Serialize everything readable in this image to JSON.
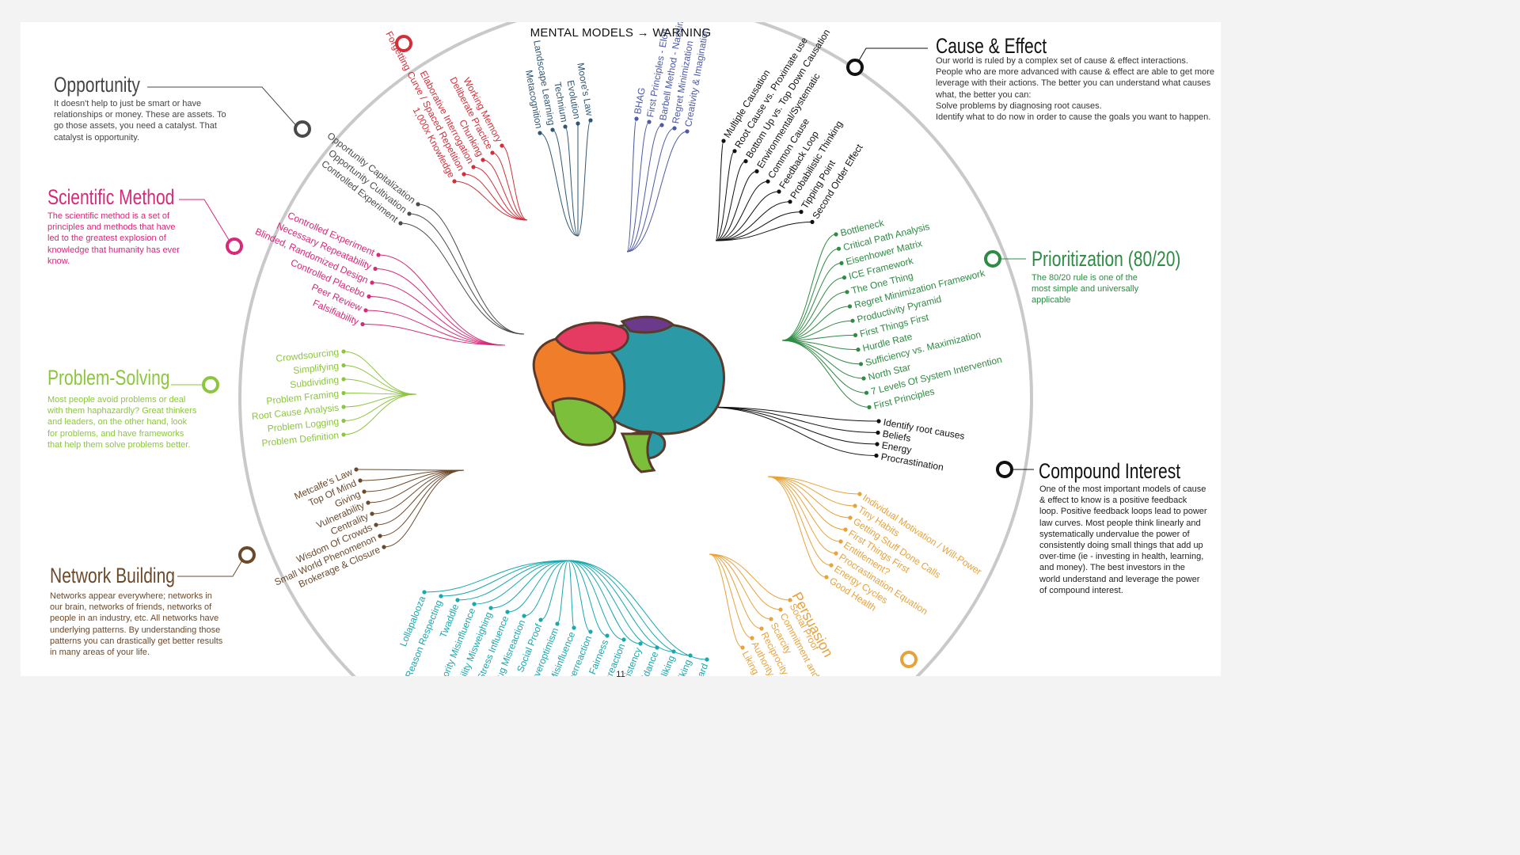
{
  "header": {
    "title": "MENTAL MODELS → WARNING"
  },
  "page_number": "11",
  "colors": {
    "rim": "#c9c9c9",
    "opportunity": "#4a4a4a",
    "scientific": "#d6297a",
    "problem": "#8cc63f",
    "network": "#6b4a2b",
    "cause": "#111111",
    "prioritization": "#2e8b43",
    "compound": "#111111",
    "learning": "#d22f3a",
    "systems": "#2f5673",
    "decision": "#4c5aa8",
    "behavior": "#e8a23a",
    "psychology": "#19a7b0"
  },
  "categories": [
    {
      "key": "opportunity",
      "title": "Opportunity",
      "desc": "It doesn't help to just be smart or have relationships or money. These are assets. To go those assets, you need a catalyst. That catalyst is opportunity."
    },
    {
      "key": "scientific",
      "title": "Scientific Method",
      "desc": "The scientific method is a set of principles and methods that have led to the greatest explosion of knowledge that humanity has ever know."
    },
    {
      "key": "problem",
      "title": "Problem-Solving",
      "desc": "Most people avoid problems or deal with them haphazardly? Great thinkers and leaders, on the other hand, look for problems, and have frameworks that help them solve problems better."
    },
    {
      "key": "network",
      "title": "Network Building",
      "desc": "Networks appear everywhere; networks in our brain, networks of friends, networks of people in an industry, etc. All networks have underlying patterns. By understanding those patterns you can drastically get better results in many areas of your life."
    },
    {
      "key": "cause",
      "title": "Cause & Effect",
      "desc": "Our world is ruled by a complex set of cause & effect interactions. People who are more advanced with cause & effect are able to get more leverage with their actions. The better you can understand what causes what, the better you can:\nSolve problems by diagnosing root causes.\nIdentify what to do now in order to cause the goals you want to happen."
    },
    {
      "key": "prioritization",
      "title": "Prioritization (80/20)",
      "desc": "The 80/20 rule is one of the most simple and universally applicable"
    },
    {
      "key": "compound",
      "title": "Compound Interest",
      "desc": "One of the most important models of cause & effect to know is a positive feedback loop. Positive feedback loops lead to power law curves. Most people think linearly and systematically undervalue the power of consistently doing small things that add up over-time (ie - investing in health, learning, and money). The best investors in the world understand and leverage the power of compound interest."
    }
  ],
  "branches": {
    "opportunity": [
      "Opportunity Capitalization",
      "Opportunity Cultivation",
      "Controlled Experiment"
    ],
    "scientific": [
      "Controlled Experiment",
      "Necessary Repeatability",
      "Blinded, Randomized Design",
      "Controlled Placebo",
      "Peer Review",
      "Falsifiability"
    ],
    "problem": [
      "Crowdsourcing",
      "Simplifying",
      "Subdividing",
      "Problem Framing",
      "Root Cause Analysis",
      "Problem Logging",
      "Problem Definition"
    ],
    "network": [
      "Metcalfe's Law",
      "Top Of Mind",
      "Giving",
      "Vulnerability",
      "Centrality",
      "Wisdom Of Crowds",
      "Small World Phenomenon",
      "Brokerage & Closure"
    ],
    "learning": [
      "Working Memory",
      "Deliberate Practice",
      "Chunking",
      "Elaborative Interrogation",
      "Forgetting Curve / Spaced Repetition",
      "1,000x Knowledge"
    ],
    "systems": [
      "Moore's Law",
      "Evolution",
      "Technium",
      "Landscape Learning",
      "Metacognition"
    ],
    "decision": [
      "Creativity & Imagination",
      "Regret Minimization",
      "Barbell Method - Nassim",
      "First Principles - Elon",
      "BHAG"
    ],
    "cause": [
      "Multiple Causation",
      "Root Cause vs. Proximate use",
      "Bottom Up vs. Top Down Causation",
      "Environmental/Systematic",
      "Common Cause",
      "Feedback Loop",
      "Probabilistic Thinking",
      "Tipping Point",
      "Second Order Effect"
    ],
    "prioritization": [
      "Bottleneck",
      "Critical Path Analysis",
      "Eisenhower Matrix",
      "ICE Framework",
      "The One Thing",
      "Regret Minimization Framework",
      "Productivity Pyramid",
      "First Things First",
      "Hurdle Rate",
      "Sufficiency vs. Maximization",
      "North Star",
      "7 Levels Of System Intervention",
      "First Principles"
    ],
    "compound": [
      "Identify root causes",
      "Beliefs",
      "Energy",
      "Procrastination"
    ],
    "behavior": [
      "Individual Motivation / Will-Power",
      "Tiny Habits",
      "Getting Stuff Done Calls",
      "First Things First",
      "Entitlement?",
      "Procrastination Equation",
      "Energy Cycles",
      "Good Health"
    ],
    "persuasion_title": "Persuasion",
    "persuasion": [
      "Social Proof",
      "Commitment and Con",
      "Scarcity",
      "Reciprocity",
      "Authority",
      "Liking"
    ],
    "psychology": [
      "Lollapalooza",
      "Reason Respecting",
      "Twaddle",
      "Authority Misinfluence",
      "Availability Misweighing",
      "Stress Influence",
      "Drug Misreaction",
      "Social Proof",
      "Overoptimism",
      "Senescence Misinfluence",
      "Deprival Superreaction",
      "Kantian Fairness",
      "Contrast Misreaction",
      "Inconsistency",
      "Doubt Avoidance",
      "Disliking",
      "Liking",
      "Reward"
    ]
  }
}
